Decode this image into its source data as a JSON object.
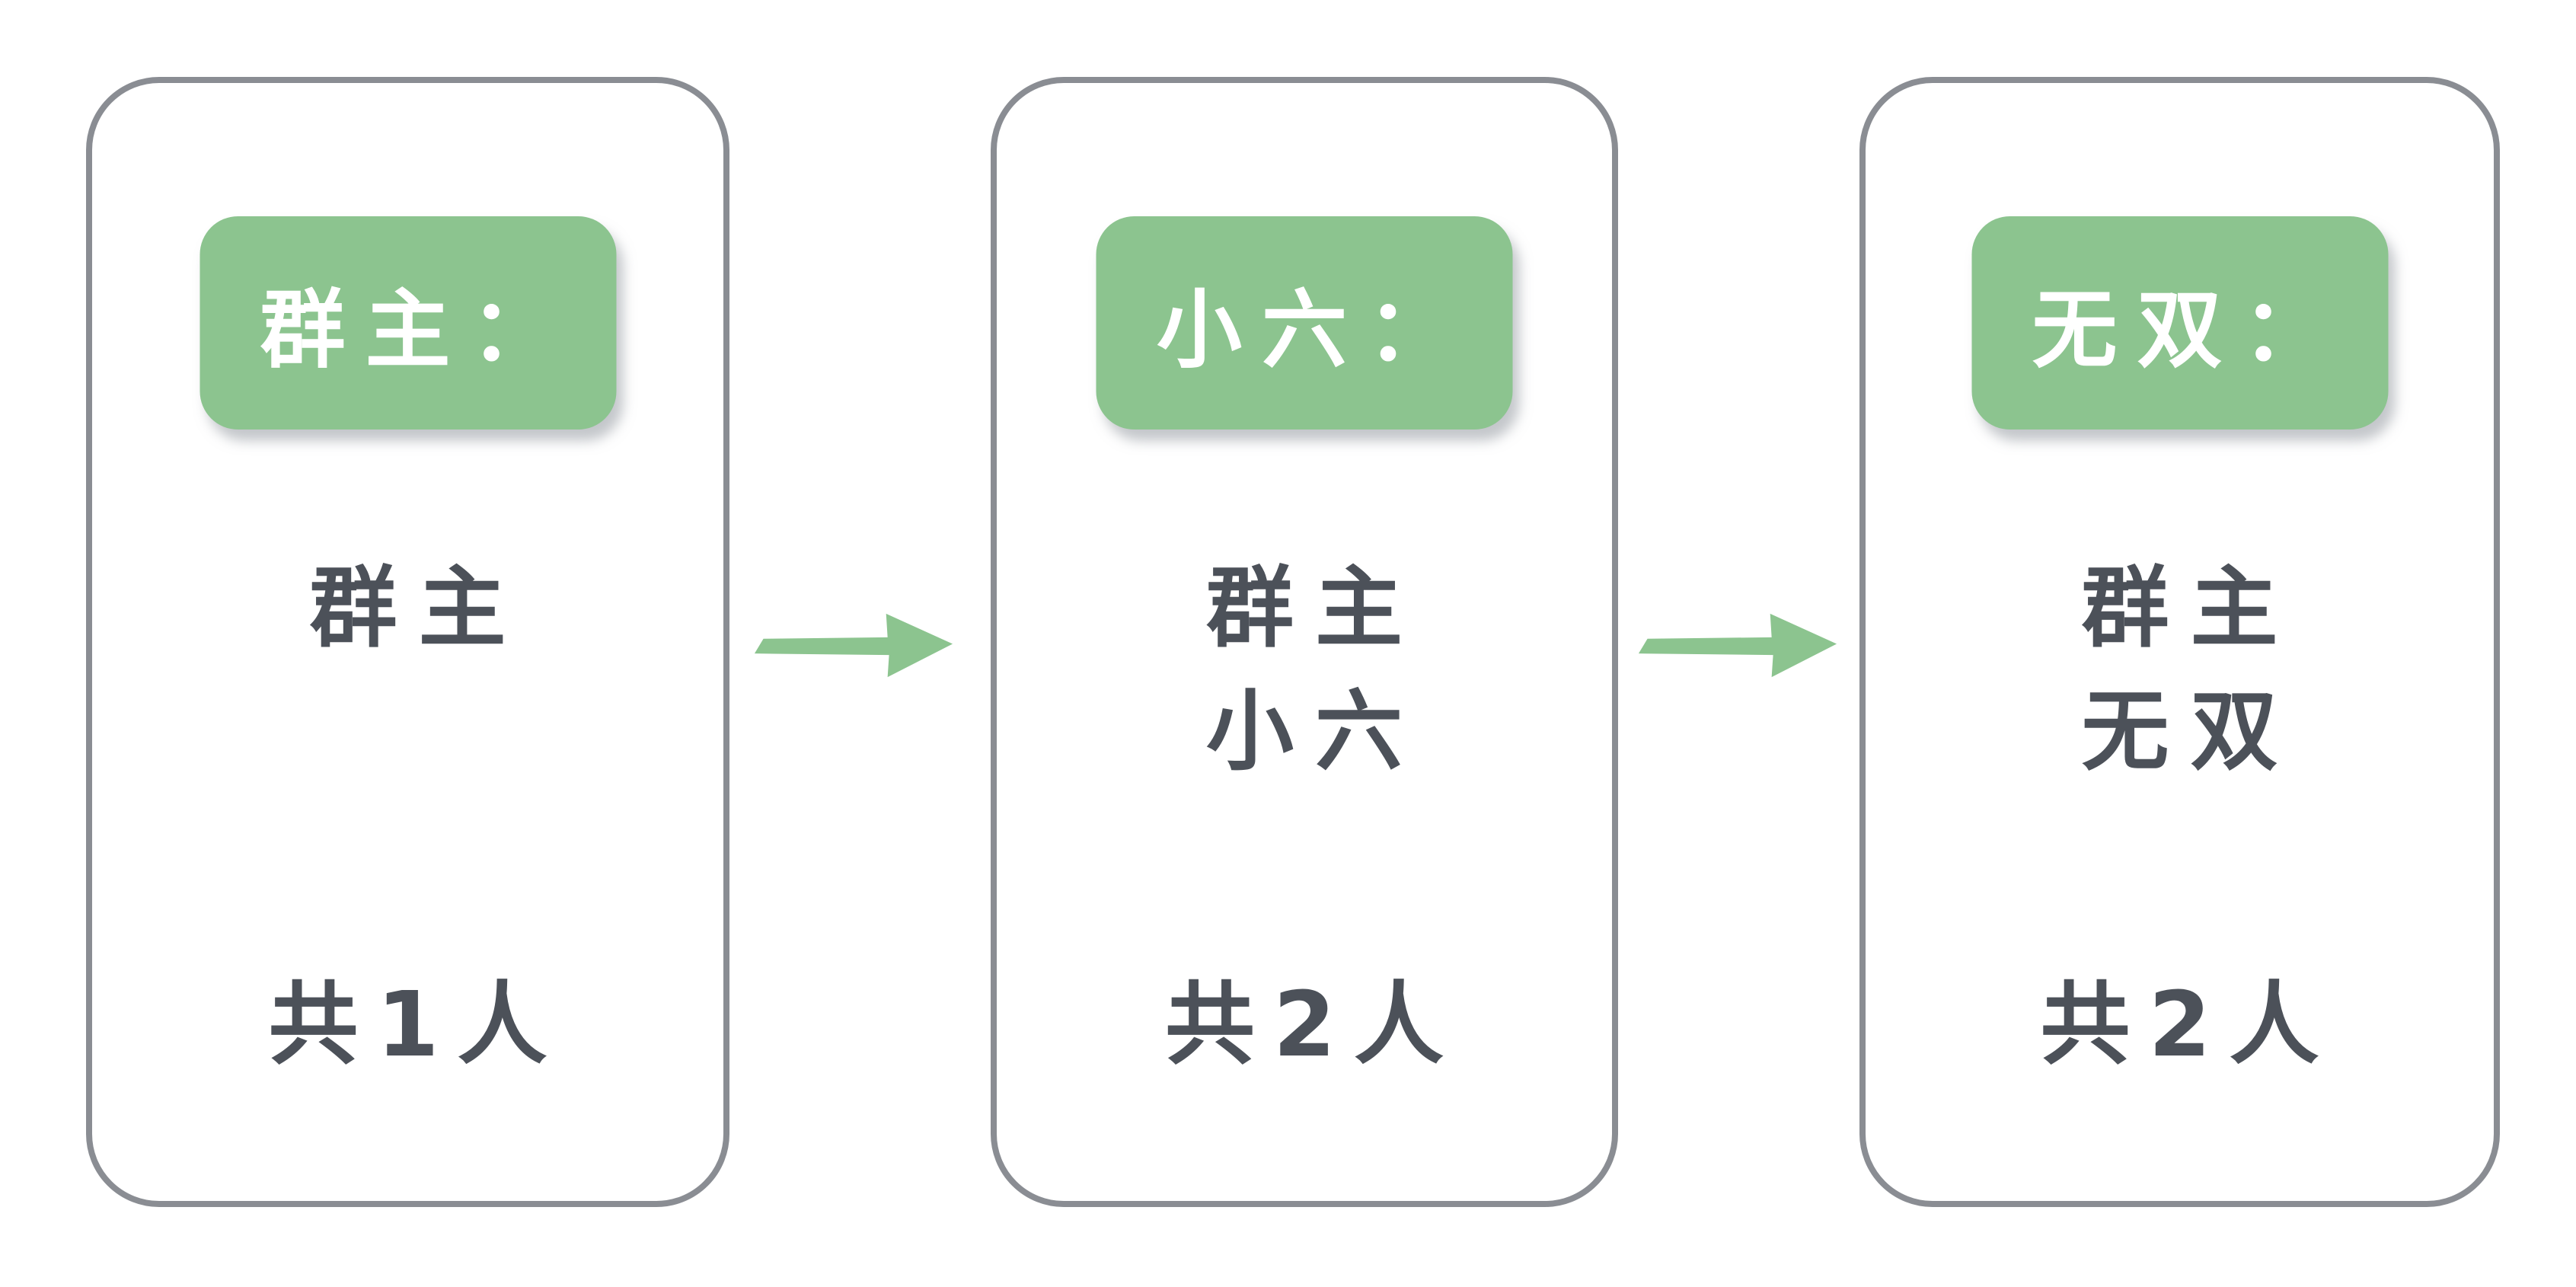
{
  "colors": {
    "background": "#ffffff",
    "panel_border": "#8a8d93",
    "badge_green": "#8cc48f",
    "arrow_green": "#8cc48f",
    "badge_text": "#ffffff",
    "body_text": "#4c5159"
  },
  "panels": [
    {
      "badge_label": "群主：",
      "members": [
        "群主"
      ],
      "count_label": "共1人"
    },
    {
      "badge_label": "小六：",
      "members": [
        "群主",
        "小六"
      ],
      "count_label": "共2人"
    },
    {
      "badge_label": "无双：",
      "members": [
        "群主",
        "无双"
      ],
      "count_label": "共2人"
    }
  ],
  "arrows": [
    {
      "direction": "right"
    },
    {
      "direction": "right"
    }
  ]
}
